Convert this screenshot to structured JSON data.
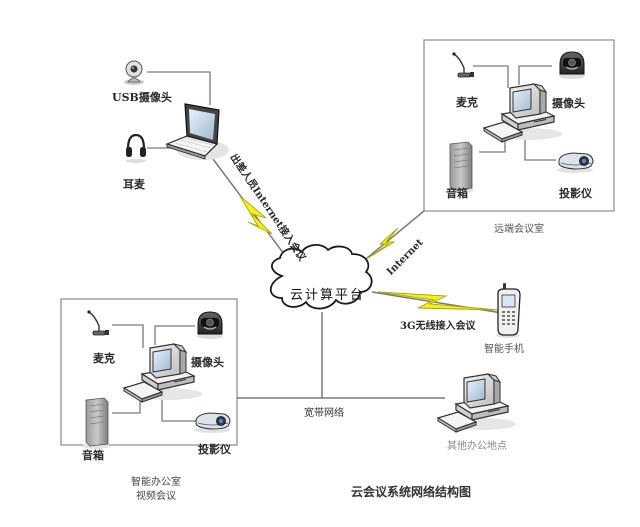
{
  "diagram": {
    "title": "云会议系统网络结构图",
    "cloud": {
      "label": "云计算平台"
    },
    "network_label": "宽带网络",
    "links": {
      "traveler": "出差人员Internet接入会议",
      "internet": "Internet",
      "mobile": "3G无线接入会议"
    },
    "traveler": {
      "camera_label": "USB摄像头",
      "headset_label": "耳麦"
    },
    "remote_room": {
      "caption": "远端会议室",
      "mic_label": "麦克",
      "camera_label": "摄像头",
      "speaker_label": "音箱",
      "projector_label": "投影仪"
    },
    "smart_office": {
      "caption_line1": "智能办公室",
      "caption_line2": "视频会议",
      "mic_label": "麦克",
      "camera_label": "摄像头",
      "speaker_label": "音箱",
      "projector_label": "投影仪"
    },
    "phone": {
      "label": "智能手机"
    },
    "other_site": {
      "label": "其他办公地点"
    },
    "colors": {
      "line": "#7a7a7a",
      "lightning_fill": "#f5f01e",
      "lightning_stroke": "#a8a800",
      "box_border": "#8a8a8a"
    }
  }
}
